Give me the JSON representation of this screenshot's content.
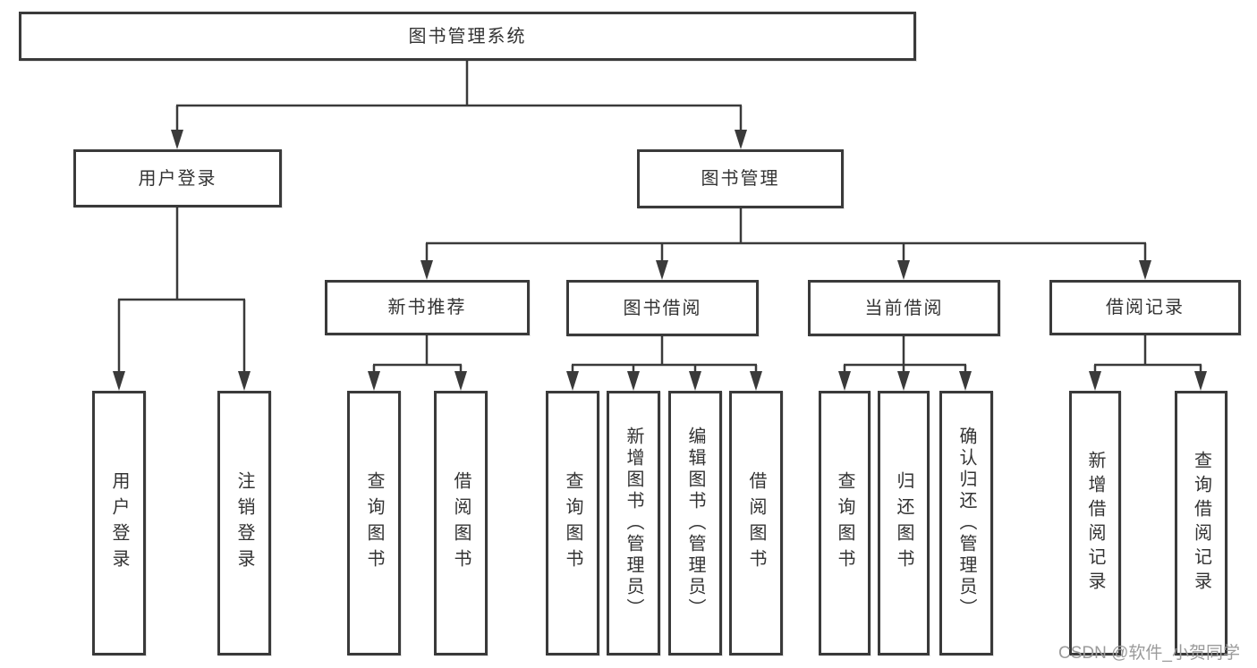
{
  "page": {
    "watermark": "CSDN @软件_小贺同学"
  },
  "colors": {
    "line": "#3a3a3a",
    "box_border": "#3a3a3a",
    "box_fill": "#ffffff",
    "text": "#333333",
    "watermark": "#9b9b9b"
  },
  "tree": {
    "root": {
      "label": "图书管理系统"
    },
    "level2": [
      {
        "id": "user-login",
        "label": "用户登录"
      },
      {
        "id": "book-management",
        "label": "图书管理"
      }
    ],
    "level3": [
      {
        "id": "new-book-recommendation",
        "parent": "book-management",
        "label": "新书推荐"
      },
      {
        "id": "book-borrowing",
        "parent": "book-management",
        "label": "图书借阅"
      },
      {
        "id": "current-borrowing",
        "parent": "book-management",
        "label": "当前借阅"
      },
      {
        "id": "borrowing-records",
        "parent": "book-management",
        "label": "借阅记录"
      }
    ],
    "leaves": [
      {
        "id": "user-login-action",
        "parent": "user-login",
        "label": "用户登录"
      },
      {
        "id": "logout-action",
        "parent": "user-login",
        "label": "注销登录"
      },
      {
        "id": "query-books-recommend",
        "parent": "new-book-recommendation",
        "label": "查询图书"
      },
      {
        "id": "borrow-books-recommend",
        "parent": "new-book-recommendation",
        "label": "借阅图书"
      },
      {
        "id": "query-books-borrowing",
        "parent": "book-borrowing",
        "label": "查询图书"
      },
      {
        "id": "add-books-admin",
        "parent": "book-borrowing",
        "label": "新增图书（管理员）"
      },
      {
        "id": "edit-books-admin",
        "parent": "book-borrowing",
        "label": "编辑图书（管理员）"
      },
      {
        "id": "borrow-books-borrowing",
        "parent": "book-borrowing",
        "label": "借阅图书"
      },
      {
        "id": "query-books-current",
        "parent": "current-borrowing",
        "label": "查询图书"
      },
      {
        "id": "return-books",
        "parent": "current-borrowing",
        "label": "归还图书"
      },
      {
        "id": "confirm-return-admin",
        "parent": "current-borrowing",
        "label": "确认归还（管理员）"
      },
      {
        "id": "add-borrow-record",
        "parent": "borrowing-records",
        "label": "新增借阅记录"
      },
      {
        "id": "query-borrow-record",
        "parent": "borrowing-records",
        "label": "查询借阅记录"
      }
    ]
  }
}
